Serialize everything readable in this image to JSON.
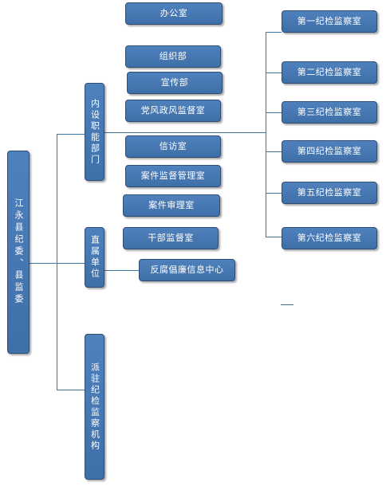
{
  "root": {
    "label": "江永县纪委、县监委"
  },
  "groups": {
    "internal": "内设职能部门",
    "direct": "直属单位",
    "stationed": "派驻纪检监察机构"
  },
  "depts": [
    "办公室",
    "组织部",
    "宣传部",
    "党风政风监督室",
    "信访室",
    "案件监督管理室",
    "案件审理室",
    "干部监督室"
  ],
  "direct_units": [
    "反腐倡廉信息中心"
  ],
  "inspection_rooms": [
    "第一纪检监察室",
    "第二纪检监察室",
    "第三纪检监察室",
    "第四纪检监察室",
    "第五纪检监察室",
    "第六纪检监察室"
  ],
  "colors": {
    "box_fill": "#4f81bd",
    "line": "#3b77a8"
  }
}
